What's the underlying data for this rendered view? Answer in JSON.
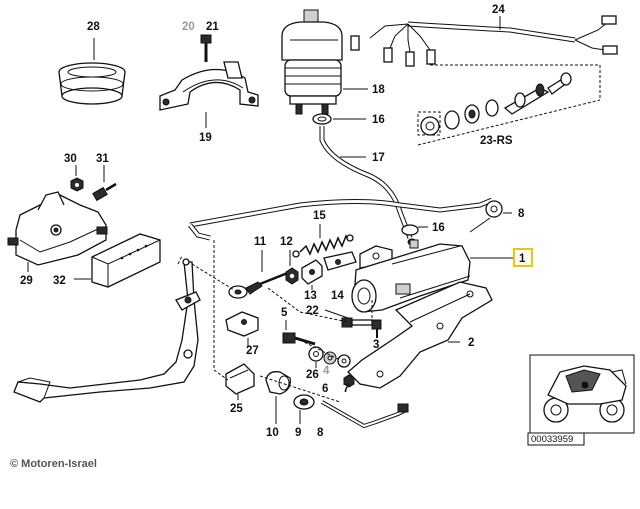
{
  "labels": {
    "p28": "28",
    "p20": "20",
    "p21": "21",
    "p24": "24",
    "p18": "18",
    "p16a": "16",
    "p17": "17",
    "p23rs": "23-RS",
    "p19": "19",
    "p30": "30",
    "p31": "31",
    "p8a": "8",
    "p16b": "16",
    "p15": "15",
    "p11": "11",
    "p12": "12",
    "p1": "1",
    "p29": "29",
    "p32": "32",
    "p13": "13",
    "p14": "14",
    "p22": "22",
    "p5": "5",
    "p27": "27",
    "p3": "3",
    "p2": "2",
    "p26": "26",
    "p4": "4",
    "p6": "6",
    "p7": "7",
    "p25": "25",
    "p10": "10",
    "p9": "9",
    "p8b": "8"
  },
  "highlight": {
    "part": "1",
    "color": "#f5c400"
  },
  "thumbnail": {
    "code": "00033959"
  },
  "copyright": "© Motoren-Israel"
}
